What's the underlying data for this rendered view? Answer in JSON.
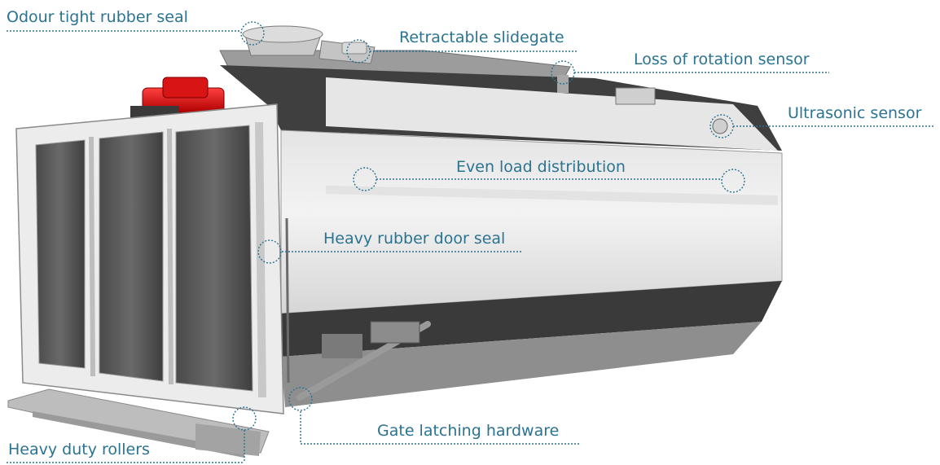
{
  "accent_color": "#2a7391",
  "equipment_icon": "enclosed-compactor-container",
  "callouts": {
    "odour_seal": "Odour tight rubber seal",
    "slidegate": "Retractable slidegate",
    "rotation_sensor": "Loss of rotation sensor",
    "ultrasonic_sensor": "Ultrasonic sensor",
    "load_distribution": "Even load distribution",
    "door_seal": "Heavy rubber door seal",
    "gate_latching": "Gate latching hardware",
    "rollers": "Heavy duty rollers"
  }
}
